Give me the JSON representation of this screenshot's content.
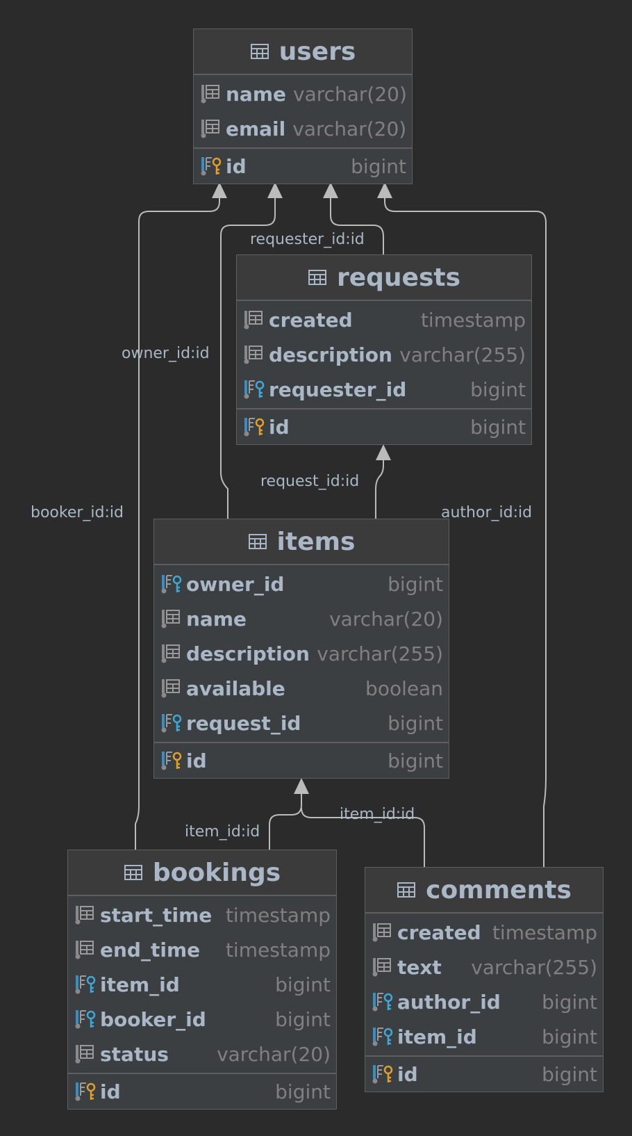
{
  "entities": {
    "users": {
      "title": "users",
      "columns": [
        {
          "name": "name",
          "type": "varchar(20)",
          "kind": "column"
        },
        {
          "name": "email",
          "type": "varchar(20)",
          "kind": "column"
        }
      ],
      "pk": {
        "name": "id",
        "type": "bigint",
        "kind": "primary-key"
      }
    },
    "requests": {
      "title": "requests",
      "columns": [
        {
          "name": "created",
          "type": "timestamp",
          "kind": "column"
        },
        {
          "name": "description",
          "type": "varchar(255)",
          "kind": "column"
        },
        {
          "name": "requester_id",
          "type": "bigint",
          "kind": "foreign-key"
        }
      ],
      "pk": {
        "name": "id",
        "type": "bigint",
        "kind": "primary-key"
      }
    },
    "items": {
      "title": "items",
      "columns": [
        {
          "name": "owner_id",
          "type": "bigint",
          "kind": "foreign-key"
        },
        {
          "name": "name",
          "type": "varchar(20)",
          "kind": "column"
        },
        {
          "name": "description",
          "type": "varchar(255)",
          "kind": "column"
        },
        {
          "name": "available",
          "type": "boolean",
          "kind": "column"
        },
        {
          "name": "request_id",
          "type": "bigint",
          "kind": "foreign-key"
        }
      ],
      "pk": {
        "name": "id",
        "type": "bigint",
        "kind": "primary-key"
      }
    },
    "bookings": {
      "title": "bookings",
      "columns": [
        {
          "name": "start_time",
          "type": "timestamp",
          "kind": "column"
        },
        {
          "name": "end_time",
          "type": "timestamp",
          "kind": "column"
        },
        {
          "name": "item_id",
          "type": "bigint",
          "kind": "foreign-key"
        },
        {
          "name": "booker_id",
          "type": "bigint",
          "kind": "foreign-key"
        },
        {
          "name": "status",
          "type": "varchar(20)",
          "kind": "column"
        }
      ],
      "pk": {
        "name": "id",
        "type": "bigint",
        "kind": "primary-key"
      }
    },
    "comments": {
      "title": "comments",
      "columns": [
        {
          "name": "created",
          "type": "timestamp",
          "kind": "column"
        },
        {
          "name": "text",
          "type": "varchar(255)",
          "kind": "column"
        },
        {
          "name": "author_id",
          "type": "bigint",
          "kind": "foreign-key"
        },
        {
          "name": "item_id",
          "type": "bigint",
          "kind": "foreign-key"
        }
      ],
      "pk": {
        "name": "id",
        "type": "bigint",
        "kind": "primary-key"
      }
    }
  },
  "relations": [
    {
      "from": "bookings",
      "to": "users",
      "label": "booker_id:id"
    },
    {
      "from": "items",
      "to": "users",
      "label": "owner_id:id"
    },
    {
      "from": "requests",
      "to": "users",
      "label": "requester_id:id"
    },
    {
      "from": "comments",
      "to": "users",
      "label": "author_id:id"
    },
    {
      "from": "items",
      "to": "requests",
      "label": "request_id:id"
    },
    {
      "from": "bookings",
      "to": "items",
      "label": "item_id:id"
    },
    {
      "from": "comments",
      "to": "items",
      "label": "item_id:id"
    }
  ],
  "colors": {
    "background": "#2b2b2b",
    "entity_fill": "#3c3f41",
    "entity_border": "#5e6060",
    "text": "#a9b7c6",
    "type_text": "#808080",
    "edge": "#bbbbbb",
    "fk_key": "#3ea8d8",
    "pk_key": "#e0a030"
  }
}
